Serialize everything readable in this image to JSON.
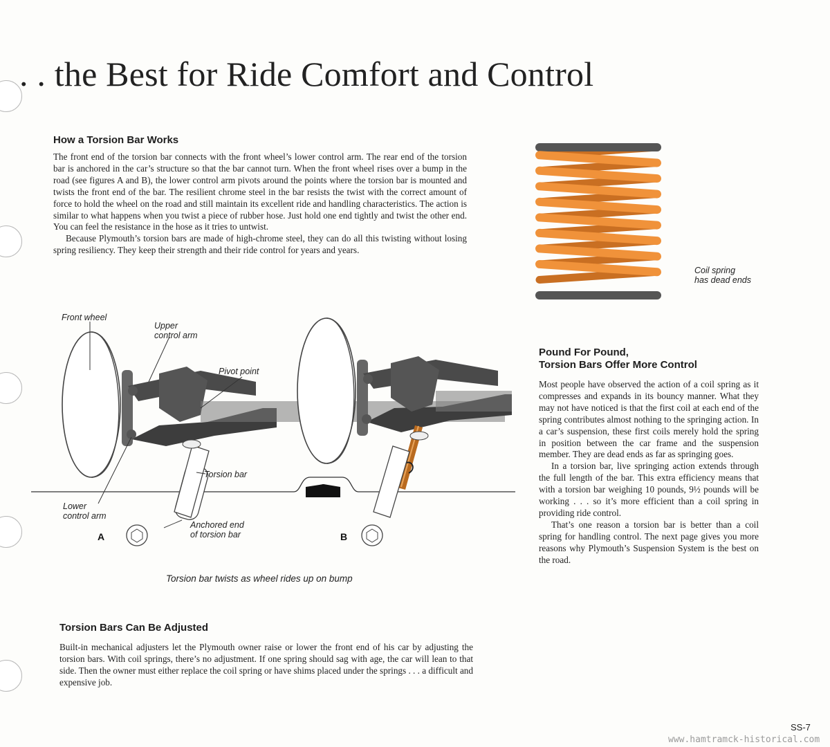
{
  "page": {
    "title": ". . the Best for Ride Comfort and Control",
    "page_number": "SS-7",
    "watermark": "www.hamtramck-historical.com"
  },
  "section_torsion": {
    "heading": "How a Torsion Bar Works",
    "paragraphs": [
      "The front end of the torsion bar connects with the front wheel’s lower control arm. The rear end of the torsion bar is anchored in the car’s structure so that the bar cannot turn. When the front wheel rises over a bump in the road (see figures A and B), the lower control arm pivots around the points where the torsion bar is mounted and twists the front end of the bar. The resilient chrome steel in the bar resists the twist with the correct amount of force to hold the wheel on the road and still maintain its excellent ride and handling characteristics. The action is similar to what happens when you twist a piece of rubber hose. Just hold one end tightly and twist the other end. You can feel the resistance in the hose as it tries to untwist.",
      "Because Plymouth’s torsion bars are made of high-chrome steel, they can do all this twisting without losing spring resiliency. They keep their strength and their ride control for years and years."
    ]
  },
  "figure": {
    "labels": {
      "front_wheel": "Front wheel",
      "upper_control_arm_1": "Upper",
      "upper_control_arm_2": "control arm",
      "pivot_point": "Pivot point",
      "torsion_bar": "Torsion bar",
      "lower_control_arm_1": "Lower",
      "lower_control_arm_2": "control arm",
      "anchored_end_1": "Anchored end",
      "anchored_end_2": "of torsion bar",
      "fig_a": "A",
      "fig_b": "B"
    },
    "caption": "Torsion bar twists as wheel rides up on bump"
  },
  "coil": {
    "label_1": "Coil spring",
    "label_2": "has dead ends",
    "coil_color": "#f0923a",
    "dead_end_color": "#555555"
  },
  "section_pound": {
    "heading_1": "Pound For Pound,",
    "heading_2": "Torsion Bars Offer More Control",
    "paragraphs": [
      "Most people have observed the action of a coil spring as it compresses and expands in its bouncy manner. What they may not have noticed is that the first coil at each end of the spring contributes almost nothing to the springing action. In a car’s suspension, these first coils merely hold the spring in position between the car frame and the suspension member. They are dead ends as far as springing goes.",
      "In a torsion bar, live springing action extends through the full length of the bar. This extra efficiency means that with a torsion bar weighing 10 pounds, 9½ pounds will be working . . . so it’s more efficient than a coil spring in providing ride control.",
      "That’s one reason a torsion bar is better than a coil spring for handling control. The next page gives you more reasons why Plymouth’s Suspension System is the best on the road."
    ]
  },
  "section_adjust": {
    "heading": "Torsion Bars Can Be Adjusted",
    "paragraphs": [
      "Built-in mechanical adjusters let the Plymouth owner raise or lower the front end of his car by adjusting the torsion bars. With coil springs, there’s no adjustment. If one spring should sag with age, the car will lean to that side. Then the owner must either replace the coil spring or have shims placed under the springs . . . a difficult and expensive job."
    ]
  }
}
